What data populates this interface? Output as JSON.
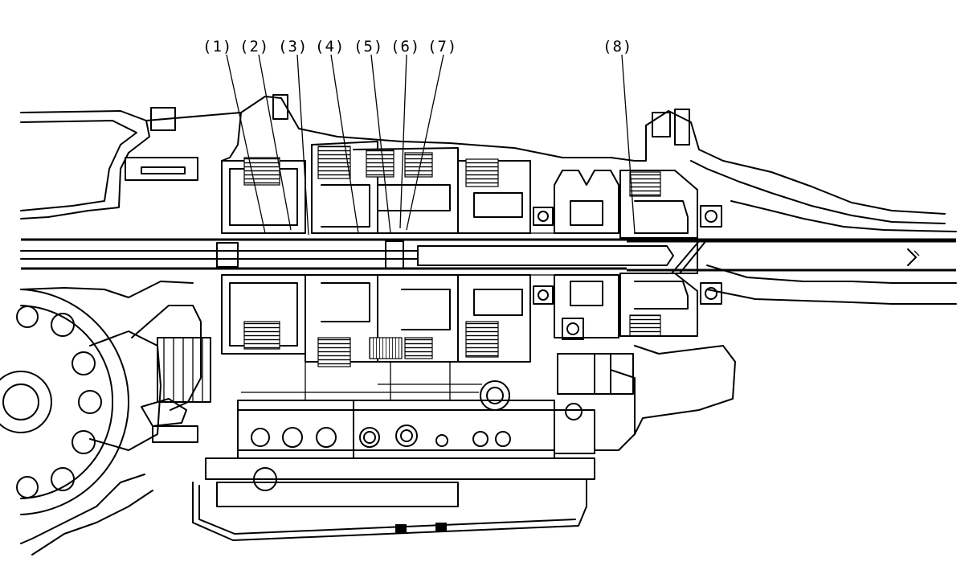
{
  "callouts": [
    {
      "id": "1",
      "label": "(1)"
    },
    {
      "id": "2",
      "label": "(2)"
    },
    {
      "id": "3",
      "label": "(3)"
    },
    {
      "id": "4",
      "label": "(4)"
    },
    {
      "id": "5",
      "label": "(5)"
    },
    {
      "id": "6",
      "label": "(6)"
    },
    {
      "id": "7",
      "label": "(7)"
    },
    {
      "id": "8",
      "label": "(8)"
    }
  ]
}
